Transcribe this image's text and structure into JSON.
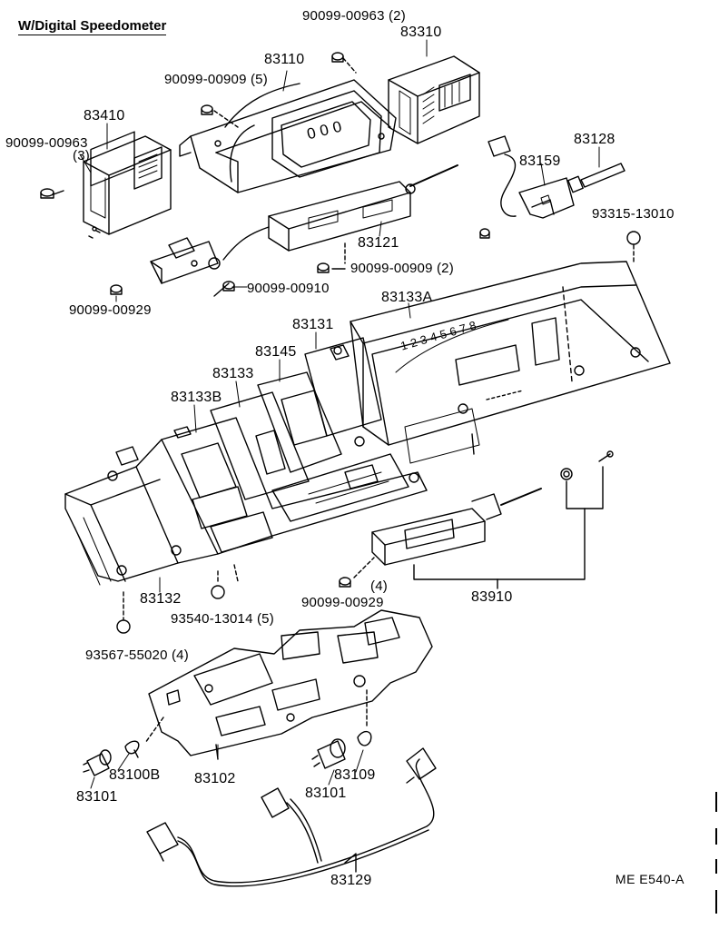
{
  "title": "W/Digital Speedometer",
  "diagram_code": "ME  E540-A",
  "odometer_digits": "0 0 0",
  "tach_digits": "1 2 3 4 5 6 7 8",
  "parts": {
    "p_90099_00963_2": "90099-00963 (2)",
    "p_83310": "83310",
    "p_83110": "83110",
    "p_90099_00909_5": "90099-00909 (5)",
    "p_83410": "83410",
    "p_90099_00963": "90099-00963",
    "p_qty_3": "(3)",
    "p_83128": "83128",
    "p_83159": "83159",
    "p_93315_13010": "93315-13010",
    "p_83121": "83121",
    "p_90099_00909_2": "90099-00909 (2)",
    "p_90099_00910": "90099-00910",
    "p_90099_00929_a": "90099-00929",
    "p_83133A": "83133A",
    "p_83131": "83131",
    "p_83145": "83145",
    "p_83133": "83133",
    "p_83133B": "83133B",
    "p_83132": "83132",
    "p_93540_13014": "93540-13014 (5)",
    "p_qty_4": "(4)",
    "p_90099_00929_b": "90099-00929",
    "p_83910": "83910",
    "p_93567_55020": "93567-55020 (4)",
    "p_83100B": "83100B",
    "p_83102": "83102",
    "p_83109": "83109",
    "p_83101_a": "83101",
    "p_83101_b": "83101",
    "p_83129": "83129"
  }
}
